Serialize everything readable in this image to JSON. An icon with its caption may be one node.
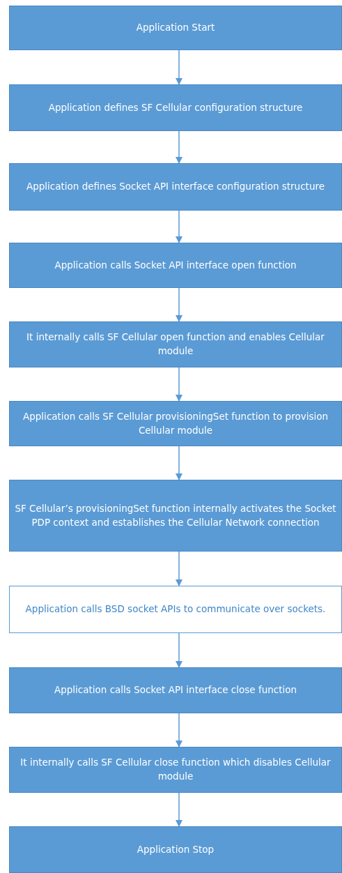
{
  "diagram": {
    "nodes": [
      {
        "text": [
          "Application Start"
        ]
      },
      {
        "text": [
          "Application defines SF Cellular configuration structure"
        ]
      },
      {
        "text": [
          "Application defines Socket API interface configuration structure"
        ]
      },
      {
        "text": [
          "Application calls Socket API interface open function"
        ]
      },
      {
        "text": [
          "It internally calls SF Cellular open function and enables Cellular module"
        ]
      },
      {
        "text": [
          "Application calls SF Cellular provisioningSet function to provision Cellular module"
        ]
      },
      {
        "text": [
          "SF Cellular’s provisioningSet function internally activates the Socket PDP context and establishes the Cellular Network connection"
        ]
      },
      {
        "text": [
          "Application calls BSD socket APIs to communicate over sockets."
        ]
      },
      {
        "text": [
          "Application calls Socket API interface close function"
        ]
      },
      {
        "text": [
          "It internally calls SF Cellular close function which disables Cellular module"
        ]
      },
      {
        "text": [
          "Application Stop"
        ]
      }
    ],
    "edges": [
      {
        "from": 0,
        "to": 1,
        "arrow": "to"
      },
      {
        "from": 1,
        "to": 2,
        "arrow": "to"
      },
      {
        "from": 2,
        "to": 3,
        "arrow": "to"
      },
      {
        "from": 3,
        "to": 4,
        "arrow": "to"
      },
      {
        "from": 4,
        "to": 5,
        "arrow": "to"
      },
      {
        "from": 5,
        "to": 6,
        "arrow": "to"
      },
      {
        "from": 6,
        "to": 7,
        "arrow": "to"
      },
      {
        "from": 7,
        "to": 8,
        "arrow": "to"
      },
      {
        "from": 8,
        "to": 9,
        "arrow": "to"
      },
      {
        "from": 9,
        "to": 10,
        "arrow": "to"
      }
    ]
  }
}
